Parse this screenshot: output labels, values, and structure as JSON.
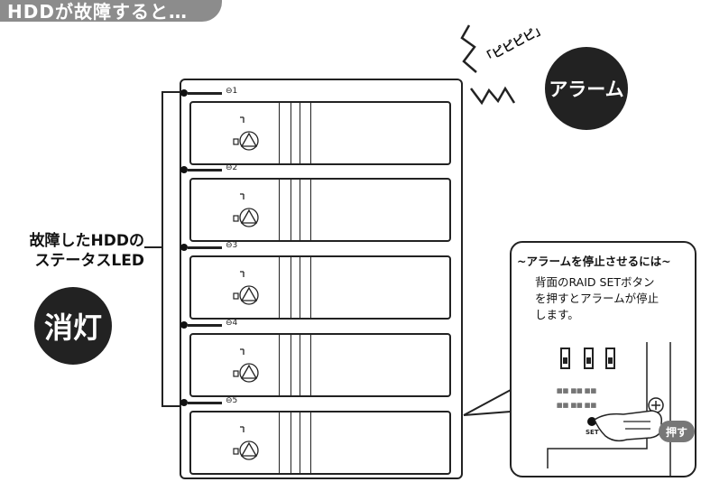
{
  "banner": {
    "title": "HDDが故障すると…"
  },
  "slots": [
    {
      "label": "1"
    },
    {
      "label": "2"
    },
    {
      "label": "3"
    },
    {
      "label": "4"
    },
    {
      "label": "5"
    }
  ],
  "left_callout": {
    "line1": "故障したHDDの",
    "line2": "ステータスLED",
    "state": "消灯"
  },
  "alarm": {
    "beep": "「ピピピピ」",
    "label": "アラーム"
  },
  "panel": {
    "title": "~アラームを停止させるには~",
    "body_line1": "背面のRAID SETボタン",
    "body_line2": "を押すとアラームが停止",
    "body_line3": "します。",
    "set_label": "SET",
    "push_label": "押す"
  },
  "colors": {
    "banner": "#8c8c8c",
    "dark": "#222222"
  }
}
